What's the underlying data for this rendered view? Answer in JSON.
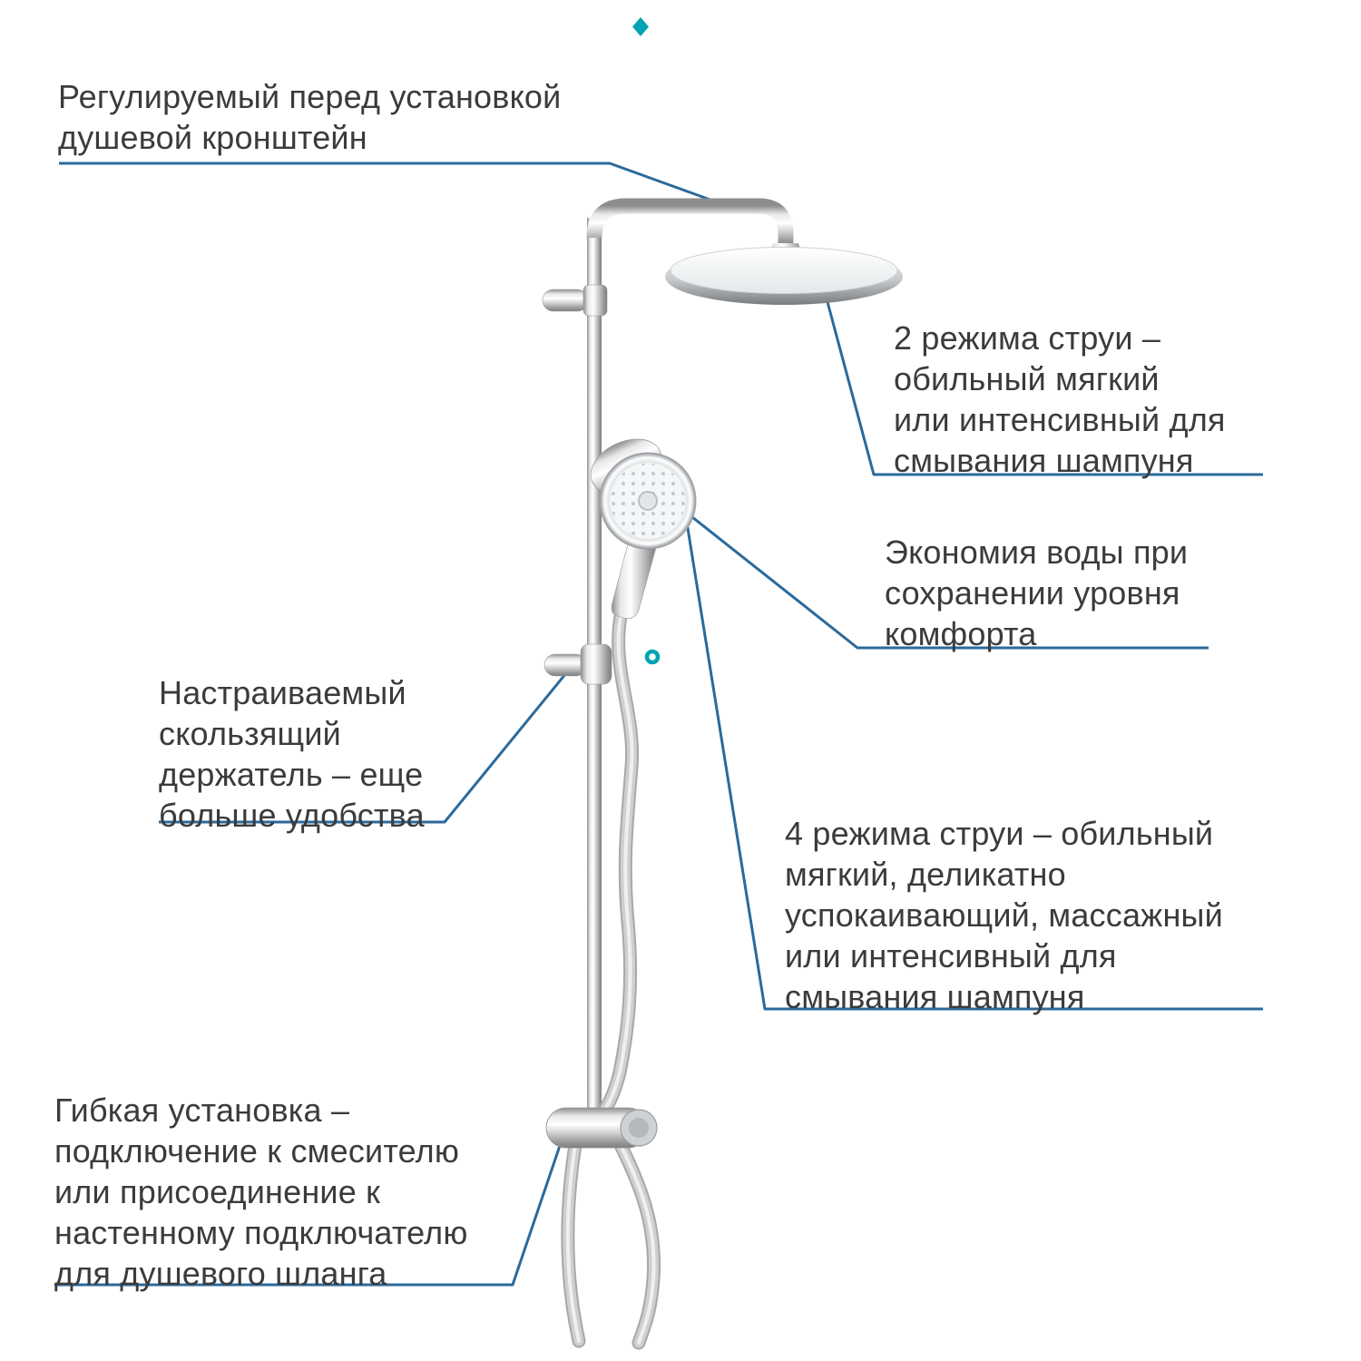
{
  "figure": {
    "type": "product-feature-diagram",
    "subject": "shower-system",
    "background_color": "#ffffff",
    "text_color": "#3b3b3b",
    "leader_line_color": "#2b6a9b",
    "accent_color": "#00a3b2"
  },
  "annotations": [
    {
      "id": "shower-arm",
      "text": "Регулируемый перед установкой\nдушевой кронштейн"
    },
    {
      "id": "head-shower",
      "text": "2 режима струи –\nобильный мягкий\nили интенсивный для\nсмывания шампуня"
    },
    {
      "id": "water-saving",
      "text": "Экономия воды при\nсохранении уровня\nкомфорта"
    },
    {
      "id": "slider-holder",
      "text": "Настраиваемый\nскользящий\nдержатель – еще\nбольше удобства"
    },
    {
      "id": "hand-shower",
      "text": "4 режима струи – обильный\nмягкий, деликатно\nуспокаивающий, массажный\nили интенсивный для\nсмывания шампуня"
    },
    {
      "id": "installation",
      "text": "Гибкая установка –\nподключение к смесителю\nили присоединение к\nнастенному подключателю\nдля душевого шланга"
    }
  ]
}
